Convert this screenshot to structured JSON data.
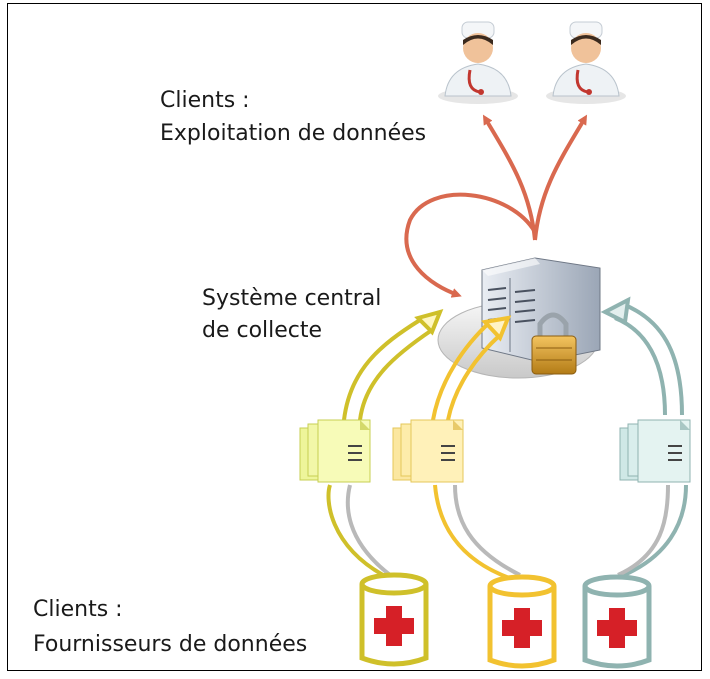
{
  "labels": {
    "consumers_line1": "Clients :",
    "consumers_line2": "Exploitation de données",
    "central_line1": "Système central",
    "central_line2": "de collecte",
    "providers_line1": "Clients :",
    "providers_line2": "Fournisseurs de données"
  },
  "colors": {
    "consumer_arrow": "#d9694f",
    "provider_green_yellow": "#cfc02a",
    "provider_yellow": "#f2c230",
    "provider_teal": "#8fb3b0",
    "cross": "#d62027"
  },
  "icons": [
    "doctor-icon",
    "server-icon",
    "padlock-icon",
    "document-stack-icon",
    "database-cylinder-icon"
  ]
}
